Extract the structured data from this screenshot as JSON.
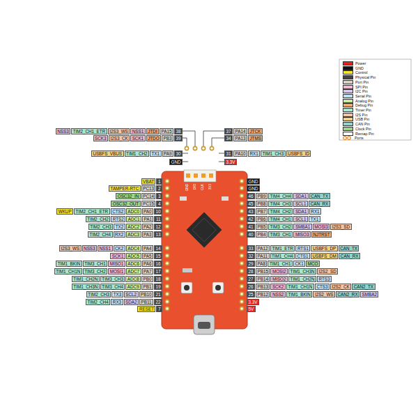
{
  "diagram": {
    "labels": [
      "NSS3",
      "TIM2_CH1_ETR",
      "I2S3_WS",
      "NSS1",
      "JTDI",
      "PA15",
      "38",
      "37",
      "PA14",
      "JTCK",
      "SCK3",
      "I2S3_CK",
      "SCK1",
      "JTDO",
      "PB3",
      "39",
      "34",
      "PA13",
      "JTMS",
      "USBFS_VBUS",
      "TIM1_CH2",
      "TX1",
      "PA9",
      "30",
      "31",
      "PA10",
      "RX1",
      "TIM1_CH3",
      "USBFS_ID",
      "GND",
      "3.3V",
      "VBAT",
      "1",
      "GND",
      "TAMPER-RTC",
      "PC13",
      "2",
      "GND",
      "OSC32_IN",
      "PC14",
      "3",
      "46",
      "PB9",
      "TIM4_CH4",
      "SDA1",
      "CAN_TX",
      "OSC32_OUT",
      "PC15",
      "4",
      "45",
      "PB8",
      "TIM4_CH3",
      "SCL1",
      "CAN_RX",
      "WKUP",
      "TIM2_CH1_ETR",
      "CTS2",
      "ADC0",
      "PA0",
      "10",
      "43",
      "PB7",
      "TIM4_CH2",
      "SDA1",
      "RX1",
      "TIM2_CH2",
      "RTS2",
      "ADC1",
      "PA1",
      "11",
      "42",
      "PB6",
      "TIM4_CH1",
      "SCL1",
      "TX1",
      "TIM2_CH3",
      "TX2",
      "ADC2",
      "PA2",
      "12",
      "41",
      "PB5",
      "TIM3_CH2",
      "SMBA1",
      "MOSI3",
      "I2S3_SD",
      "TIM2_CH4",
      "RX2",
      "ADC3",
      "PA3",
      "13",
      "40",
      "PB4",
      "TIM3_CH1",
      "MISO3",
      "NJTRST",
      "I2S3_WS",
      "NSS3",
      "NSS1",
      "CK2",
      "ADC4",
      "PA4",
      "14",
      "33",
      "PA12",
      "TIM1_ETR",
      "RTS1",
      "USBFS_DP",
      "CAN_TX",
      "SCK1",
      "ADC5",
      "PA5",
      "15",
      "32",
      "PA11",
      "TIM1_CH4",
      "CTS1",
      "USBFS_DM",
      "CAN_RX",
      "TIM1_BKIN",
      "TIM3_CH1",
      "MISO1",
      "ADC6",
      "PA6",
      "16",
      "29",
      "PA8",
      "TIM1_CH1",
      "CK1",
      "MCO",
      "TIM1_CH1N",
      "TIM3_CH2",
      "MOSI1",
      "ADC7",
      "PA7",
      "17",
      "28",
      "PB15",
      "MOSI2",
      "TIM1_CH3N",
      "I2S2_SD",
      "TIM1_CH2N",
      "TIM3_CH3",
      "ADC8",
      "PB0",
      "18",
      "27",
      "PB14",
      "MISO2",
      "TIM1_CH2N",
      "RTS3",
      "TIM1_CH3N",
      "TIM3_CH4",
      "ADC9",
      "PB1",
      "19",
      "26",
      "PB13",
      "SCK2",
      "TIM1_CH1N",
      "CTS3",
      "I2S2_CK",
      "CAN2_TX",
      "TIM2_CH3",
      "TX3",
      "SCL2",
      "PB10",
      "21",
      "25",
      "PB12",
      "NSS2",
      "TIM1_BKIN",
      "I2S2_WS",
      "CAN2_RX",
      "SMBA2",
      "TIM2_CH4",
      "RX3",
      "SDA2",
      "PB11",
      "22",
      "3.3V",
      "RESET",
      "7",
      "5V",
      "GND",
      "DIO",
      "CLK",
      "3V3"
    ],
    "legend": [
      {
        "text": "Power",
        "color": "#e4231f"
      },
      {
        "text": "GND",
        "color": "#111111"
      },
      {
        "text": "Control",
        "color": "#f5e52a"
      },
      {
        "text": "Physical Pin",
        "color": "#444444"
      },
      {
        "text": "Port Pin",
        "color": "#d9d2c5"
      },
      {
        "text": "SPI Pin",
        "color": "#f3b6d3"
      },
      {
        "text": "I2C Pin",
        "color": "#d7c6ef"
      },
      {
        "text": "Serial Pin",
        "color": "#bfe0f7"
      },
      {
        "text": "Analog Pin",
        "color": "#c9ec9a"
      },
      {
        "text": "Debug Pin",
        "color": "#f6a868"
      },
      {
        "text": "Timer Pin",
        "color": "#a8e6cf"
      },
      {
        "text": "I2S Pin",
        "color": "#f7c4a3"
      },
      {
        "text": "USB Pin",
        "color": "#f4d27c"
      },
      {
        "text": "CAN Pin",
        "color": "#8fd4cc"
      },
      {
        "text": "Clock Pin",
        "color": "#9bd68c"
      },
      {
        "text": "Remap Pin",
        "color": "#ffffff"
      },
      {
        "text": "Ports"
      }
    ]
  }
}
